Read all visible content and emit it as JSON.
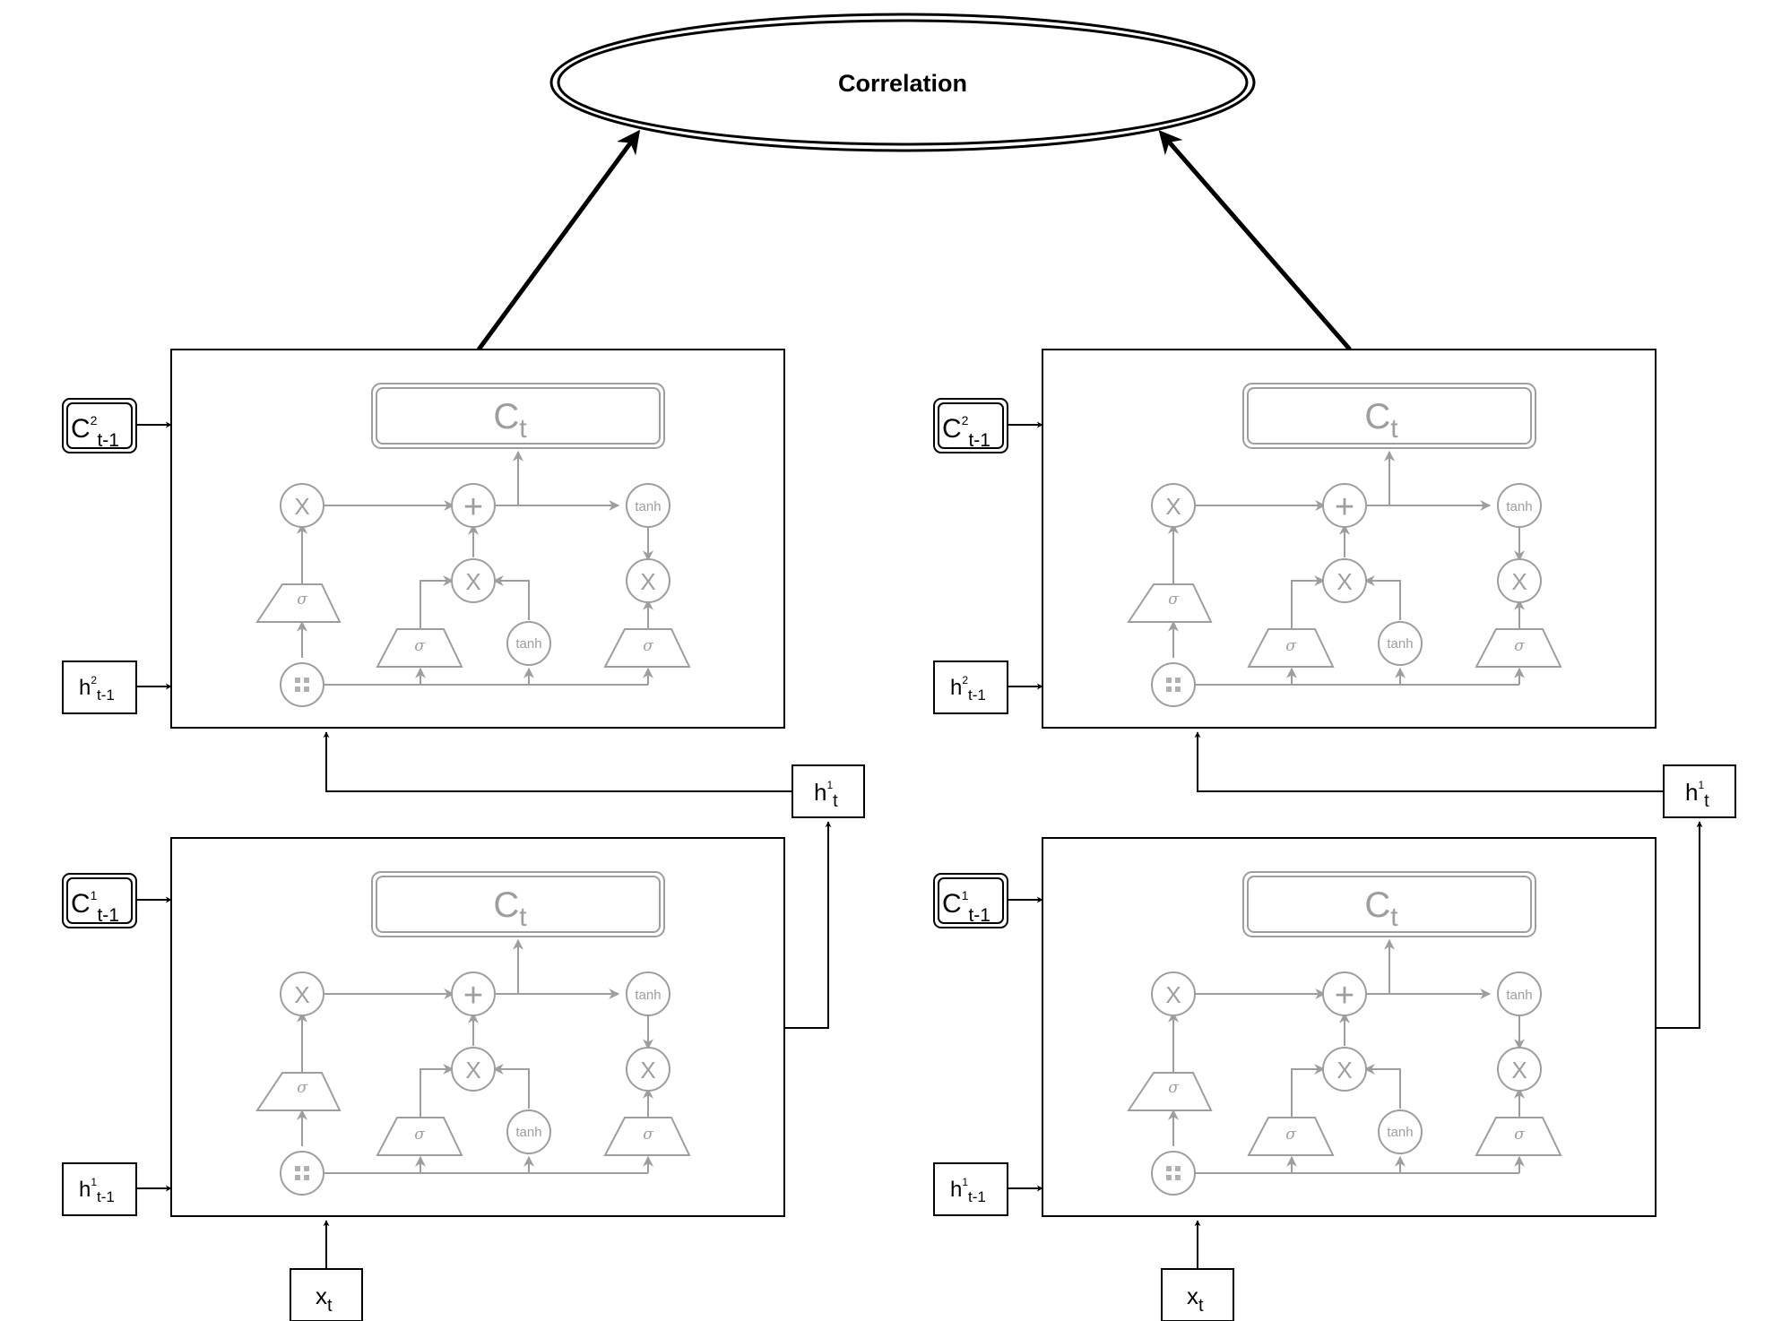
{
  "correlation": {
    "label": "Correlation"
  },
  "columns": [
    {
      "upper_cell": {
        "cell_state_label": "C",
        "cell_state_sub": "t",
        "prev_cell_state": {
          "base": "C",
          "sup": "2",
          "sub": "t-1"
        },
        "prev_hidden": {
          "base": "h",
          "sup": "2",
          "sub": "t-1"
        },
        "ops": {
          "multiply": "X",
          "add": "+",
          "tanh": "tanh",
          "sigma": "σ"
        }
      },
      "hidden_out": {
        "base": "h",
        "sup": "1",
        "sub": "t"
      },
      "lower_cell": {
        "cell_state_label": "C",
        "cell_state_sub": "t",
        "prev_cell_state": {
          "base": "C",
          "sup": "1",
          "sub": "t-1"
        },
        "prev_hidden": {
          "base": "h",
          "sup": "1",
          "sub": "t-1"
        },
        "ops": {
          "multiply": "X",
          "add": "+",
          "tanh": "tanh",
          "sigma": "σ"
        }
      },
      "input": {
        "base": "x",
        "sub": "t"
      }
    },
    {
      "upper_cell": {
        "cell_state_label": "C",
        "cell_state_sub": "t",
        "prev_cell_state": {
          "base": "C",
          "sup": "2",
          "sub": "t-1"
        },
        "prev_hidden": {
          "base": "h",
          "sup": "2",
          "sub": "t-1"
        },
        "ops": {
          "multiply": "X",
          "add": "+",
          "tanh": "tanh",
          "sigma": "σ"
        }
      },
      "hidden_out": {
        "base": "h",
        "sup": "1",
        "sub": "t"
      },
      "lower_cell": {
        "cell_state_label": "C",
        "cell_state_sub": "t",
        "prev_cell_state": {
          "base": "C",
          "sup": "1",
          "sub": "t-1"
        },
        "prev_hidden": {
          "base": "h",
          "sup": "1",
          "sub": "t-1"
        },
        "ops": {
          "multiply": "X",
          "add": "+",
          "tanh": "tanh",
          "sigma": "σ"
        }
      },
      "input": {
        "base": "x",
        "sub": "t"
      }
    }
  ],
  "colors": {
    "line": "#000000",
    "cell_inner": "#9e9e9e",
    "background": "#ffffff"
  }
}
